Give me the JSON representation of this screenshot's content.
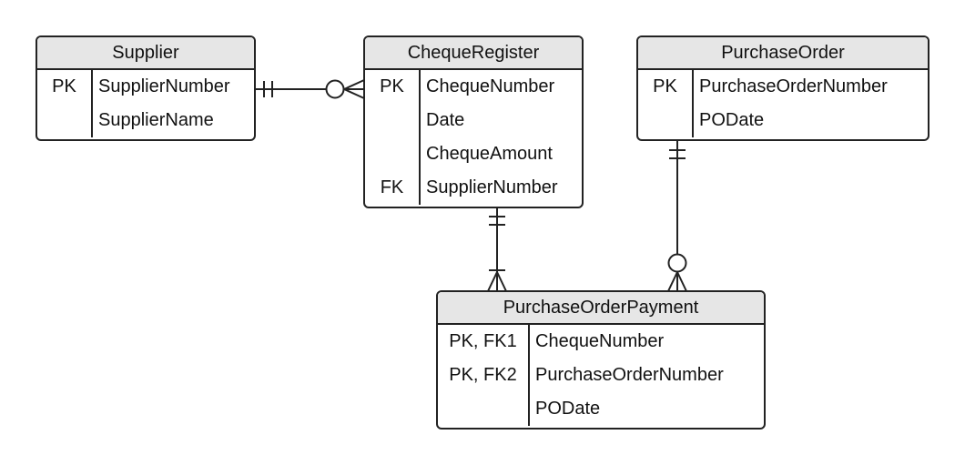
{
  "diagram": {
    "line_color": "#222222",
    "header_color": "#e6e6e6",
    "entities": [
      {
        "id": "supplier",
        "name": "Supplier",
        "rows": [
          {
            "key": "PK",
            "attr": "SupplierNumber"
          },
          {
            "key": "",
            "attr": "SupplierName"
          }
        ]
      },
      {
        "id": "cheque-register",
        "name": "ChequeRegister",
        "rows": [
          {
            "key": "PK",
            "attr": "ChequeNumber"
          },
          {
            "key": "",
            "attr": "Date"
          },
          {
            "key": "",
            "attr": "ChequeAmount"
          },
          {
            "key": "FK",
            "attr": "SupplierNumber"
          }
        ]
      },
      {
        "id": "purchase-order",
        "name": "PurchaseOrder",
        "rows": [
          {
            "key": "PK",
            "attr": "PurchaseOrderNumber"
          },
          {
            "key": "",
            "attr": "PODate"
          }
        ]
      },
      {
        "id": "purchase-order-payment",
        "name": "PurchaseOrderPayment",
        "rows": [
          {
            "key": "PK, FK1",
            "attr": "ChequeNumber"
          },
          {
            "key": "PK, FK2",
            "attr": "PurchaseOrderNumber"
          },
          {
            "key": "",
            "attr": "PODate"
          }
        ]
      }
    ],
    "relationships": [
      {
        "from": "Supplier",
        "from_cardinality": "one-and-only-one",
        "to": "ChequeRegister",
        "to_cardinality": "zero-or-many"
      },
      {
        "from": "ChequeRegister",
        "from_cardinality": "one-and-only-one",
        "to": "PurchaseOrderPayment",
        "to_cardinality": "one-or-many"
      },
      {
        "from": "PurchaseOrder",
        "from_cardinality": "one-and-only-one",
        "to": "PurchaseOrderPayment",
        "to_cardinality": "zero-or-many"
      }
    ]
  }
}
